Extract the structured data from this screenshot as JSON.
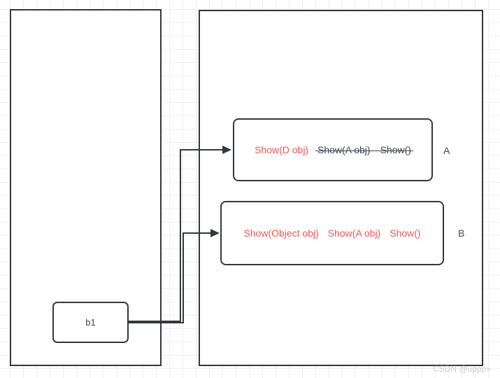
{
  "diagram": {
    "b1_node": {
      "label": "b1"
    },
    "box_a": {
      "side_label": "A",
      "active_method": "Show(D obj)",
      "struck_methods": [
        {
          "text": "Show(A obj)"
        },
        {
          "text": "Show()"
        }
      ]
    },
    "box_b": {
      "side_label": "B",
      "methods": [
        {
          "text": "Show(Object obj)"
        },
        {
          "text": "Show(A obj)"
        },
        {
          "text": "Show()"
        }
      ]
    }
  },
  "watermark": "CSDN @uppp»",
  "colors": {
    "stroke": "#32383e",
    "highlight_red": "#f05452",
    "struck_text": "#40464b",
    "grid_line": "#efefef",
    "watermark_text": "#c9ced3"
  }
}
